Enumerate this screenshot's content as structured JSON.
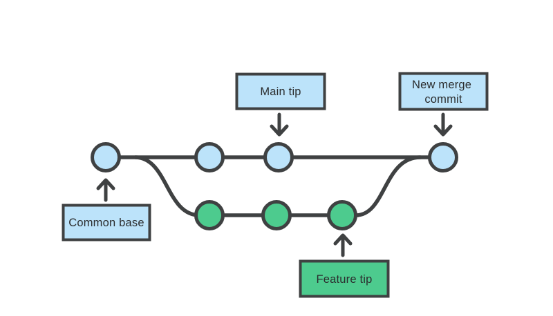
{
  "diagram": {
    "type": "git-merge-branch-diagram",
    "description": "Two branches diverge from a common base commit and merge into a new merge commit",
    "branches": {
      "main": {
        "name": "main",
        "color": "#bce3fa",
        "commit_count": 4
      },
      "feature": {
        "name": "feature",
        "color": "#4dcb8e",
        "commit_count": 3
      }
    }
  },
  "colors": {
    "background": "#ffffff",
    "line": "#3f4142",
    "node_blue": "#bce3fa",
    "node_green": "#4dcb8e",
    "text": "#2b2d2e"
  },
  "labels": {
    "main_tip": {
      "text": "Main tip",
      "fill": "#bce3fa"
    },
    "new_merge_commit": {
      "line1": "New merge",
      "line2": "commit",
      "fill": "#bce3fa"
    },
    "common_base": {
      "text": "Common base",
      "fill": "#bce3fa"
    },
    "feature_tip": {
      "text": "Feature tip",
      "fill": "#4dcb8e"
    }
  }
}
